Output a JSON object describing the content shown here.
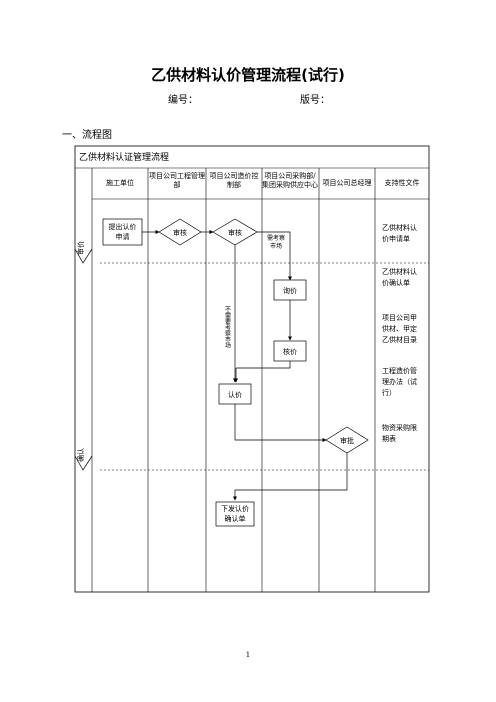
{
  "document": {
    "title": "乙供材料认价管理流程(试行)",
    "code_label": "编号：",
    "version_label": "版号：",
    "section_heading": "一、流程图",
    "page_number": "1"
  },
  "flowchart": {
    "title": "乙供材料认证管理流程",
    "columns": [
      [
        "施工单位"
      ],
      [
        "项目公司工程管理",
        "部"
      ],
      [
        "项目公司造价控",
        "制部"
      ],
      [
        "项目公司采购部/",
        "集团采购供应中心"
      ],
      [
        "项目公司总经理"
      ],
      [
        "支持性文件"
      ]
    ],
    "phases": [
      "审价",
      "确认"
    ],
    "nodes": {
      "apply": [
        "提出认价",
        "申请"
      ],
      "review1": "审核",
      "review2": "审核",
      "inquiry": "询价",
      "check_price": "核价",
      "confirm_price": "认价",
      "approve": "审批",
      "issue": [
        "下发认价",
        "确认单"
      ]
    },
    "edge_labels": {
      "need_market": [
        "需考察",
        "市场"
      ],
      "no_market": "不需要考察市场"
    },
    "support_docs": [
      [
        "乙供材料认",
        "价申请单"
      ],
      [
        "乙供材料认",
        "价确认单"
      ],
      [
        "项目公司甲",
        "供材、甲定",
        "乙供材目录"
      ],
      [
        "工程造价管",
        "理办法（试",
        "行）"
      ],
      [
        "物资采购限",
        "期表"
      ]
    ]
  }
}
